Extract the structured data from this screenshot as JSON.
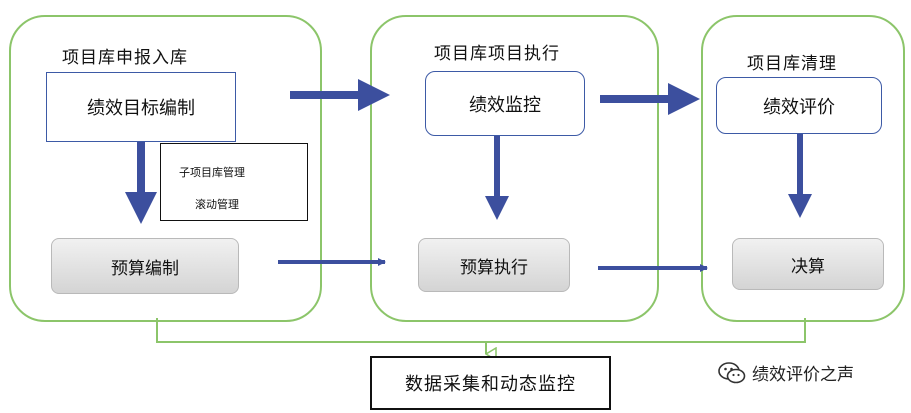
{
  "stages": [
    {
      "title": "项目库申报入库"
    },
    {
      "title": "项目库项目执行"
    },
    {
      "title": "项目库清理"
    }
  ],
  "boxes": {
    "target_setting": "绩效目标编制",
    "monitoring": "绩效监控",
    "evaluation": "绩效评价",
    "budget_prep": "预算编制",
    "budget_exec": "预算执行",
    "final_accounts": "决算"
  },
  "note": {
    "line1": "子项目库管理",
    "line2": "滚动管理"
  },
  "bottom": "数据采集和动态监控",
  "watermark": "绩效评价之声",
  "colors": {
    "stage_border": "#8cc56a",
    "box_border": "#3d5aa6",
    "arrow": "#3c4f9e"
  }
}
